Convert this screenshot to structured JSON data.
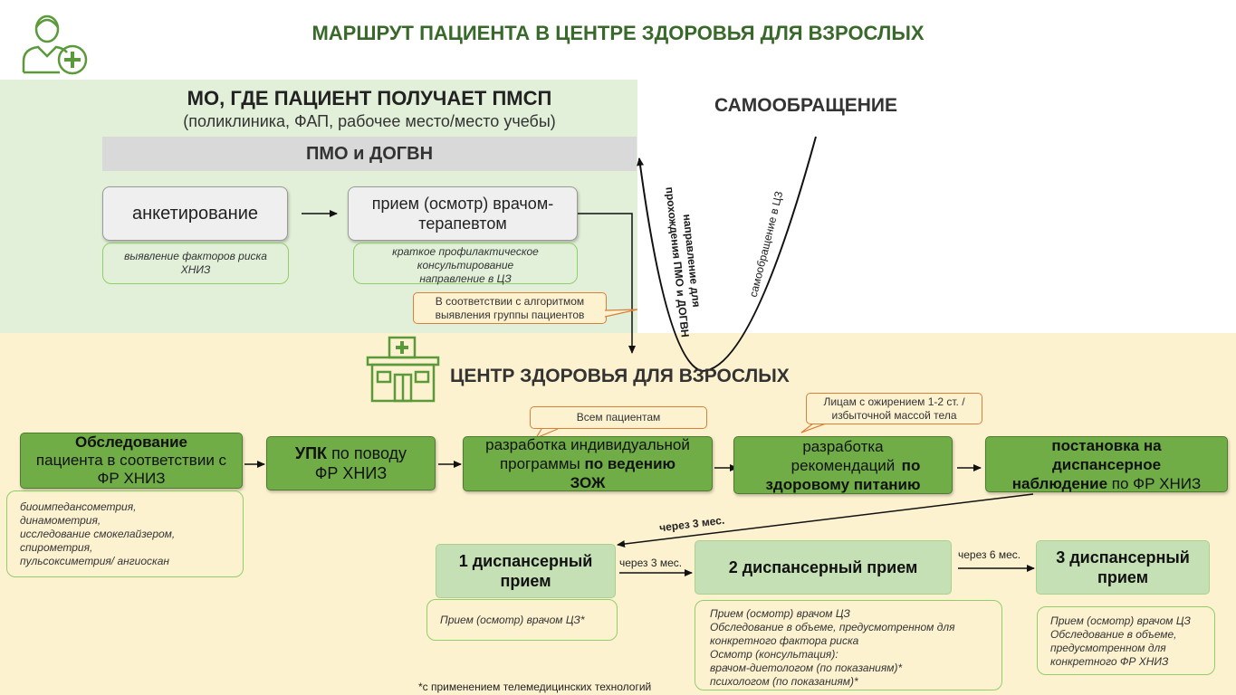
{
  "title": "МАРШРУТ ПАЦИЕНТА В ЦЕНТРЕ ЗДОРОВЬЯ ДЛЯ ВЗРОСЛЫХ",
  "mo": {
    "title": "МО, ГДЕ ПАЦИЕНТ ПОЛУЧАЕТ ПМСП",
    "subtitle": "(поликлиника, ФАП, рабочее место/место учебы)",
    "bar": "ПМО и ДОГВН",
    "survey_box": "анкетирование",
    "survey_note": "выявление факторов риска ХНИЗ",
    "reception_box": "прием (осмотр) врачом-терапевтом",
    "reception_note_1": "краткое профилактическое консультирование",
    "reception_note_2": "направление в ЦЗ",
    "algorithm_note": "В соответствии с алгоритмом выявления группы пациентов"
  },
  "self_referral": {
    "title": "САМООБРАЩЕНИЕ",
    "left_label_1": "направление для",
    "left_label_2": "прохождения ПМО и ДОГВН",
    "right_label": "самообращение в ЦЗ"
  },
  "center": {
    "title": "ЦЕНТР ЗДОРОВЬЯ ДЛЯ ВЗРОСЛЫХ",
    "exam_bold": "Обследование",
    "exam_rest": "пациента в соответствии с ФР ХНИЗ",
    "exam_note": [
      "биоимпедансометрия,",
      "динамометрия,",
      "исследование смокелайзером,",
      "спирометрия,",
      "пульсоксиметрия/ ангиоскан"
    ],
    "upk_bold": "УПК",
    "upk_rest_1": "по поводу",
    "upk_rest_2": "ФР ХНИЗ",
    "program_plain": "разработка индивидуальной программы",
    "program_bold_1": "по ведению",
    "program_bold_2": "ЗОЖ",
    "all_patients_note": "Всем пациентам",
    "nutrition_plain": "разработка рекомендаций",
    "nutrition_bold_1": "по",
    "nutrition_bold_2": "здоровому питанию",
    "obesity_note_1": "Лицам с ожирением 1-2 ст. /",
    "obesity_note_2": "избыточной массой тела",
    "dispensary_bold_1": "постановка на",
    "dispensary_bold_2": "диспансерное",
    "dispensary_bold_3": "наблюдение",
    "dispensary_rest": "по ФР ХНИЗ",
    "interval_1": "через 3 мес.",
    "interval_2": "через 3 мес.",
    "interval_3": "через 6 мес.",
    "visit_1": "1 диспансерный прием",
    "visit_1_note": "Прием (осмотр) врачом ЦЗ*",
    "visit_2": "2 диспансерный прием",
    "visit_2_note": [
      "Прием (осмотр) врачом ЦЗ",
      "Обследование в объеме, предусмотренном для",
      "конкретного фактора риска",
      "Осмотр (консультация):",
      "врачом-диетологом (по показаниям)*",
      "психологом (по показаниям)*"
    ],
    "visit_3": "3 диспансерный прием",
    "visit_3_note": [
      "Прием (осмотр) врачом ЦЗ",
      "Обследование в объеме,",
      "предусмотренном для",
      "конкретного ФР ХНИЗ"
    ],
    "footnote": "*с применением телемедицинских технологий"
  },
  "colors": {
    "accent_green": "#38692a",
    "box_green": "#70ad47",
    "light_green": "#c5e0b4",
    "note_orange": "#d8803a",
    "top_band": "#e2f0d9",
    "bottom_band": "#fdf2d0"
  }
}
